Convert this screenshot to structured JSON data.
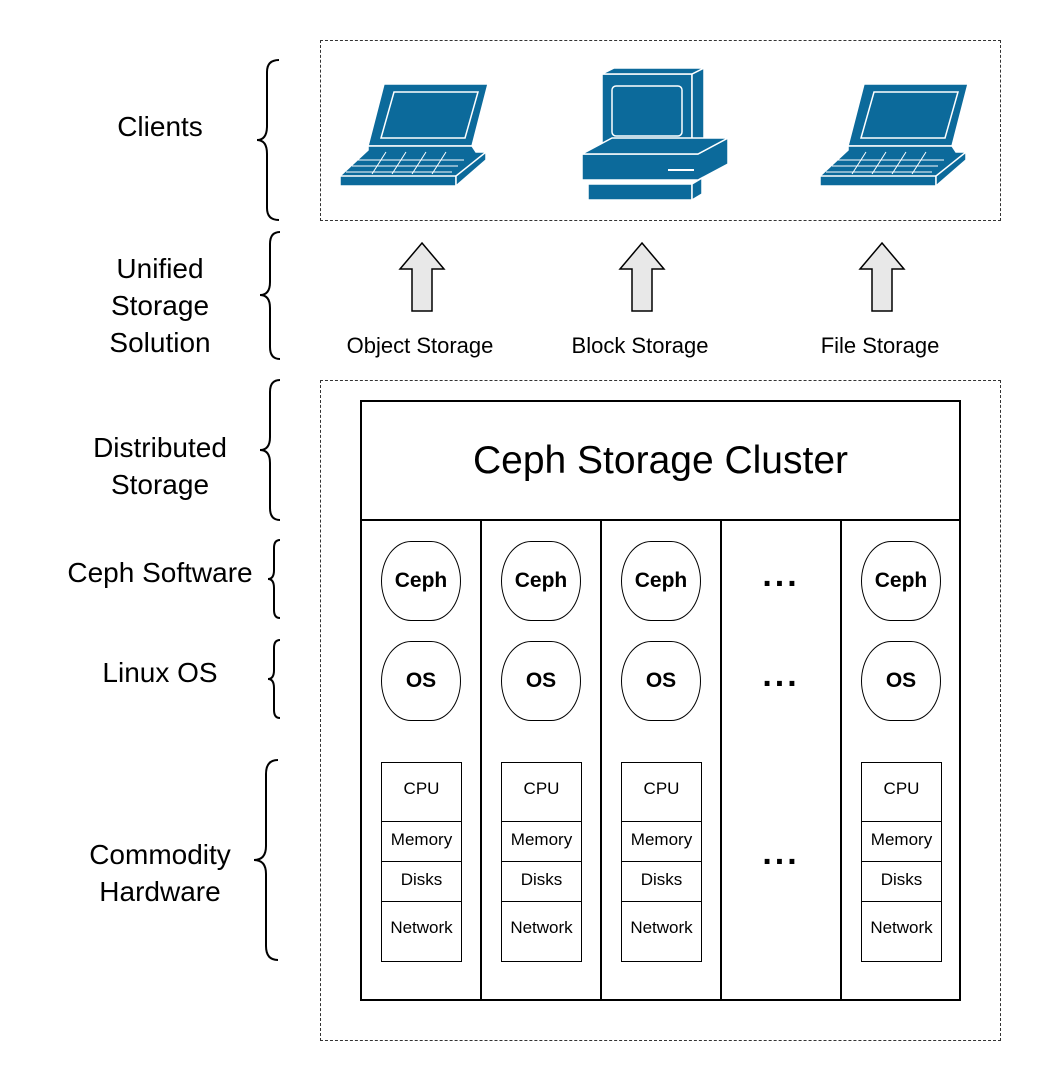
{
  "colors": {
    "device_fill": "#0c6a9b",
    "device_stroke": "#ffffff",
    "arrow_fill": "#e8e8e8"
  },
  "layers": {
    "clients": [
      "Clients"
    ],
    "unified": [
      "Unified",
      "Storage",
      "Solution"
    ],
    "distributed": [
      "Distributed",
      "Storage"
    ],
    "ceph_software": [
      "Ceph Software"
    ],
    "linux_os": [
      "Linux OS"
    ],
    "commodity": [
      "Commodity",
      "Hardware"
    ]
  },
  "clients": {
    "devices": [
      {
        "icon": "laptop-icon"
      },
      {
        "icon": "desktop-computer-icon"
      },
      {
        "icon": "laptop-icon"
      }
    ]
  },
  "storage_types": [
    "Object Storage",
    "Block Storage",
    "File Storage"
  ],
  "cluster": {
    "title": "Ceph Storage Cluster",
    "software_label": "Ceph",
    "os_label": "OS",
    "hardware": {
      "cpu": "CPU",
      "memory": "Memory",
      "disks": "Disks",
      "network": "Network"
    },
    "ellipsis": "..."
  }
}
